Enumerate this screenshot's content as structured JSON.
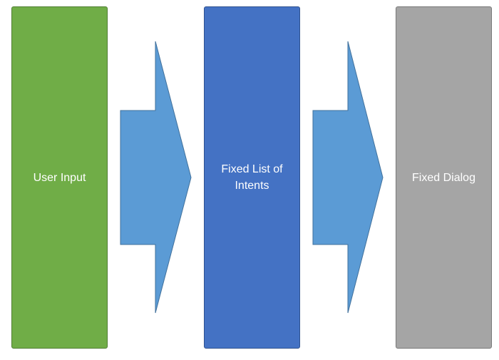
{
  "diagram": {
    "steps": [
      {
        "label": "User Input",
        "fill": "#70AD47",
        "stroke": "#507E32"
      },
      {
        "label": "Fixed List of Intents",
        "fill": "#4472C4",
        "stroke": "#2F528F"
      },
      {
        "label": "Fixed Dialog",
        "fill": "#A5A5A5",
        "stroke": "#787878"
      }
    ],
    "arrow_fill": "#5B9BD5",
    "arrow_stroke": "#41719C"
  }
}
